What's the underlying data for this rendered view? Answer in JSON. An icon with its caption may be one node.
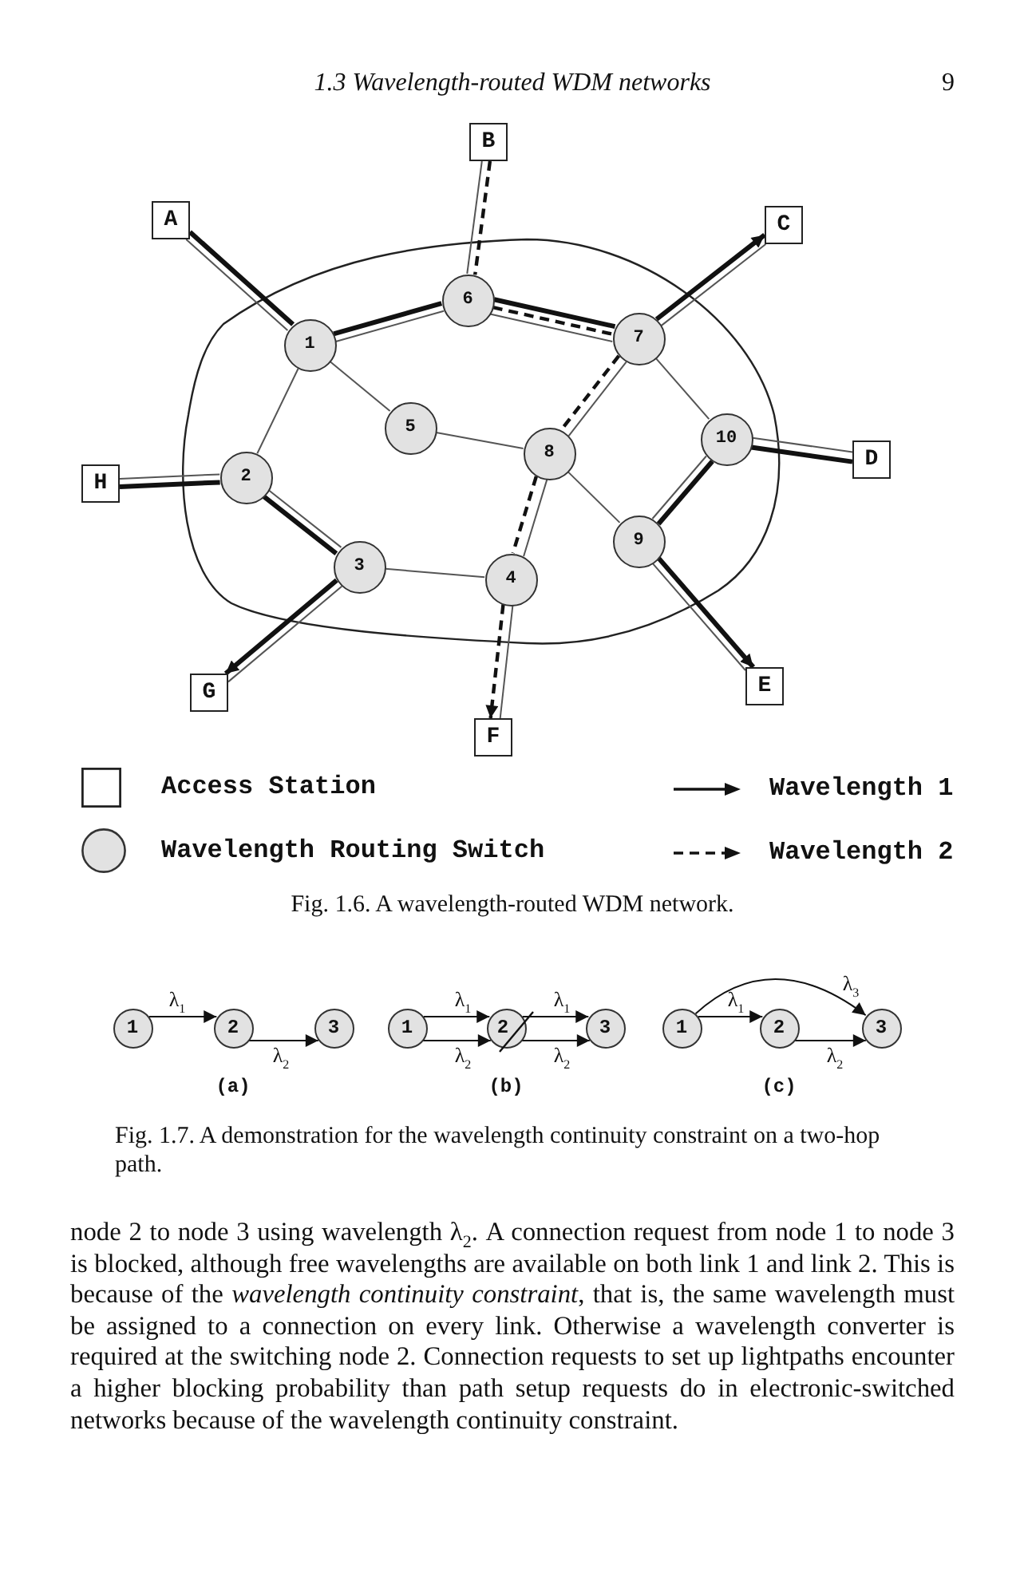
{
  "diagram": {
    "nodes": [
      {
        "text": [
          "A"
        ]
      },
      {
        "text": [
          "B"
        ]
      },
      {
        "text": [
          "C"
        ]
      },
      {
        "text": [
          "D"
        ]
      },
      {
        "text": [
          "E"
        ]
      },
      {
        "text": [
          "F"
        ]
      },
      {
        "text": [
          "G"
        ]
      },
      {
        "text": [
          "H"
        ]
      },
      {
        "text": [
          "1"
        ]
      },
      {
        "text": [
          "2"
        ]
      },
      {
        "text": [
          "3"
        ]
      },
      {
        "text": [
          "4"
        ]
      },
      {
        "text": [
          "5"
        ]
      },
      {
        "text": [
          "6"
        ]
      },
      {
        "text": [
          "7"
        ]
      },
      {
        "text": [
          "8"
        ]
      },
      {
        "text": [
          "9"
        ]
      },
      {
        "text": [
          "10"
        ]
      },
      {
        "text": [
          "1"
        ]
      },
      {
        "text": [
          "2"
        ]
      },
      {
        "text": [
          "3"
        ]
      },
      {
        "text": [
          "1"
        ]
      },
      {
        "text": [
          "2"
        ]
      },
      {
        "text": [
          "3"
        ]
      },
      {
        "text": [
          "1"
        ]
      },
      {
        "text": [
          "2"
        ]
      },
      {
        "text": [
          "3"
        ]
      }
    ],
    "edges": [
      {
        "from": 0,
        "to": 8,
        "arrow": "none",
        "color": "#555555"
      },
      {
        "from": 1,
        "to": 13,
        "arrow": "none",
        "color": "#555555"
      },
      {
        "from": 2,
        "to": 14,
        "arrow": "none",
        "color": "#555555"
      },
      {
        "from": 3,
        "to": 17,
        "arrow": "none",
        "color": "#555555"
      },
      {
        "from": 4,
        "to": 16,
        "arrow": "none",
        "color": "#555555"
      },
      {
        "from": 5,
        "to": 11,
        "arrow": "none",
        "color": "#555555"
      },
      {
        "from": 6,
        "to": 10,
        "arrow": "none",
        "color": "#555555"
      },
      {
        "from": 7,
        "to": 9,
        "arrow": "none",
        "color": "#555555"
      },
      {
        "from": 8,
        "to": 13,
        "arrow": "none",
        "color": "#555555"
      },
      {
        "from": 8,
        "to": 12,
        "arrow": "none",
        "color": "#555555"
      },
      {
        "from": 8,
        "to": 9,
        "arrow": "none",
        "color": "#555555"
      },
      {
        "from": 9,
        "to": 10,
        "arrow": "none",
        "color": "#555555"
      },
      {
        "from": 10,
        "to": 11,
        "arrow": "none",
        "color": "#555555"
      },
      {
        "from": 12,
        "to": 15,
        "arrow": "none",
        "color": "#555555"
      },
      {
        "from": 13,
        "to": 14,
        "arrow": "none",
        "color": "#555555"
      },
      {
        "from": 14,
        "to": 15,
        "arrow": "none",
        "color": "#555555"
      },
      {
        "from": 14,
        "to": 17,
        "arrow": "none",
        "color": "#555555"
      },
      {
        "from": 15,
        "to": 16,
        "arrow": "none",
        "color": "#555555"
      },
      {
        "from": 15,
        "to": 11,
        "arrow": "none",
        "color": "#555555"
      },
      {
        "from": 16,
        "to": 17,
        "arrow": "none",
        "color": "#555555"
      },
      {
        "from": 0,
        "to": 8,
        "arrow": "none",
        "style": "thick"
      },
      {
        "from": 8,
        "to": 13,
        "arrow": "none",
        "style": "thick"
      },
      {
        "from": 13,
        "to": 14,
        "arrow": "none",
        "style": "thick"
      },
      {
        "from": 14,
        "to": 2,
        "arrow": "to",
        "style": "thick"
      },
      {
        "from": 7,
        "to": 9,
        "arrow": "none",
        "style": "thick"
      },
      {
        "from": 9,
        "to": 10,
        "arrow": "none",
        "style": "thick"
      },
      {
        "from": 10,
        "to": 6,
        "arrow": "to",
        "style": "thick"
      },
      {
        "from": 3,
        "to": 17,
        "arrow": "none",
        "style": "thick"
      },
      {
        "from": 17,
        "to": 16,
        "arrow": "none",
        "style": "thick"
      },
      {
        "from": 16,
        "to": 4,
        "arrow": "to",
        "style": "thick"
      },
      {
        "from": 1,
        "to": 13,
        "arrow": "none",
        "style": "dashed"
      },
      {
        "from": 13,
        "to": 14,
        "arrow": "none",
        "style": "dashed"
      },
      {
        "from": 14,
        "to": 15,
        "arrow": "none",
        "style": "dashed"
      },
      {
        "from": 15,
        "to": 11,
        "arrow": "none",
        "style": "dashed"
      },
      {
        "from": 11,
        "to": 5,
        "arrow": "to",
        "style": "dashed"
      },
      {
        "from": 18,
        "to": 19,
        "arrow": "to",
        "label": "λ$_{1}$"
      },
      {
        "from": 19,
        "to": 20,
        "arrow": "to",
        "label": "λ$_{2}$"
      },
      {
        "from": 21,
        "to": 22,
        "arrow": "to",
        "label": "λ$_{1}$"
      },
      {
        "from": 21,
        "to": 22,
        "arrow": "to",
        "label": "λ$_{2}$"
      },
      {
        "from": 22,
        "to": 23,
        "arrow": "to",
        "label": "λ$_{1}$"
      },
      {
        "from": 22,
        "to": 23,
        "arrow": "to",
        "label": "λ$_{2}$"
      },
      {
        "from": 24,
        "to": 25,
        "arrow": "to",
        "label": "λ$_{1}$"
      },
      {
        "from": 25,
        "to": 26,
        "arrow": "to",
        "label": "λ$_{2}$"
      },
      {
        "from": 24,
        "to": 26,
        "arrow": "to",
        "label": "λ$_{3}$"
      }
    ],
    "labels": [
      "1.3 Wavelength-routed WDM networks",
      "9",
      "Fig. 1.6. A wavelength-routed WDM network.",
      "(a)",
      "(b)",
      "(c)",
      "Fig. 1.7. A demonstration for the wavelength continuity constraint on a two-hop path.",
      "node 2 to node 3 using wavelength λ$_{2}$. A connection request from node 1 to node 3 is blocked, although free wavelengths are available on both link 1 and link 2. This is because of the *wavelength continuity constraint*, that is, the same wavelength must be assigned to a connection on every link. Otherwise a wavelength converter is required at the switching node 2. Connection requests to set up lightpaths encounter a higher blocking probability than path setup requests do in electronic-switched networks because of the wavelength continuity constraint."
    ],
    "legend": [
      {
        "text": "Access Station"
      },
      {
        "text": "Wavelength 1"
      },
      {
        "text": "Wavelength Routing Switch"
      },
      {
        "text": "Wavelength 2"
      }
    ]
  }
}
